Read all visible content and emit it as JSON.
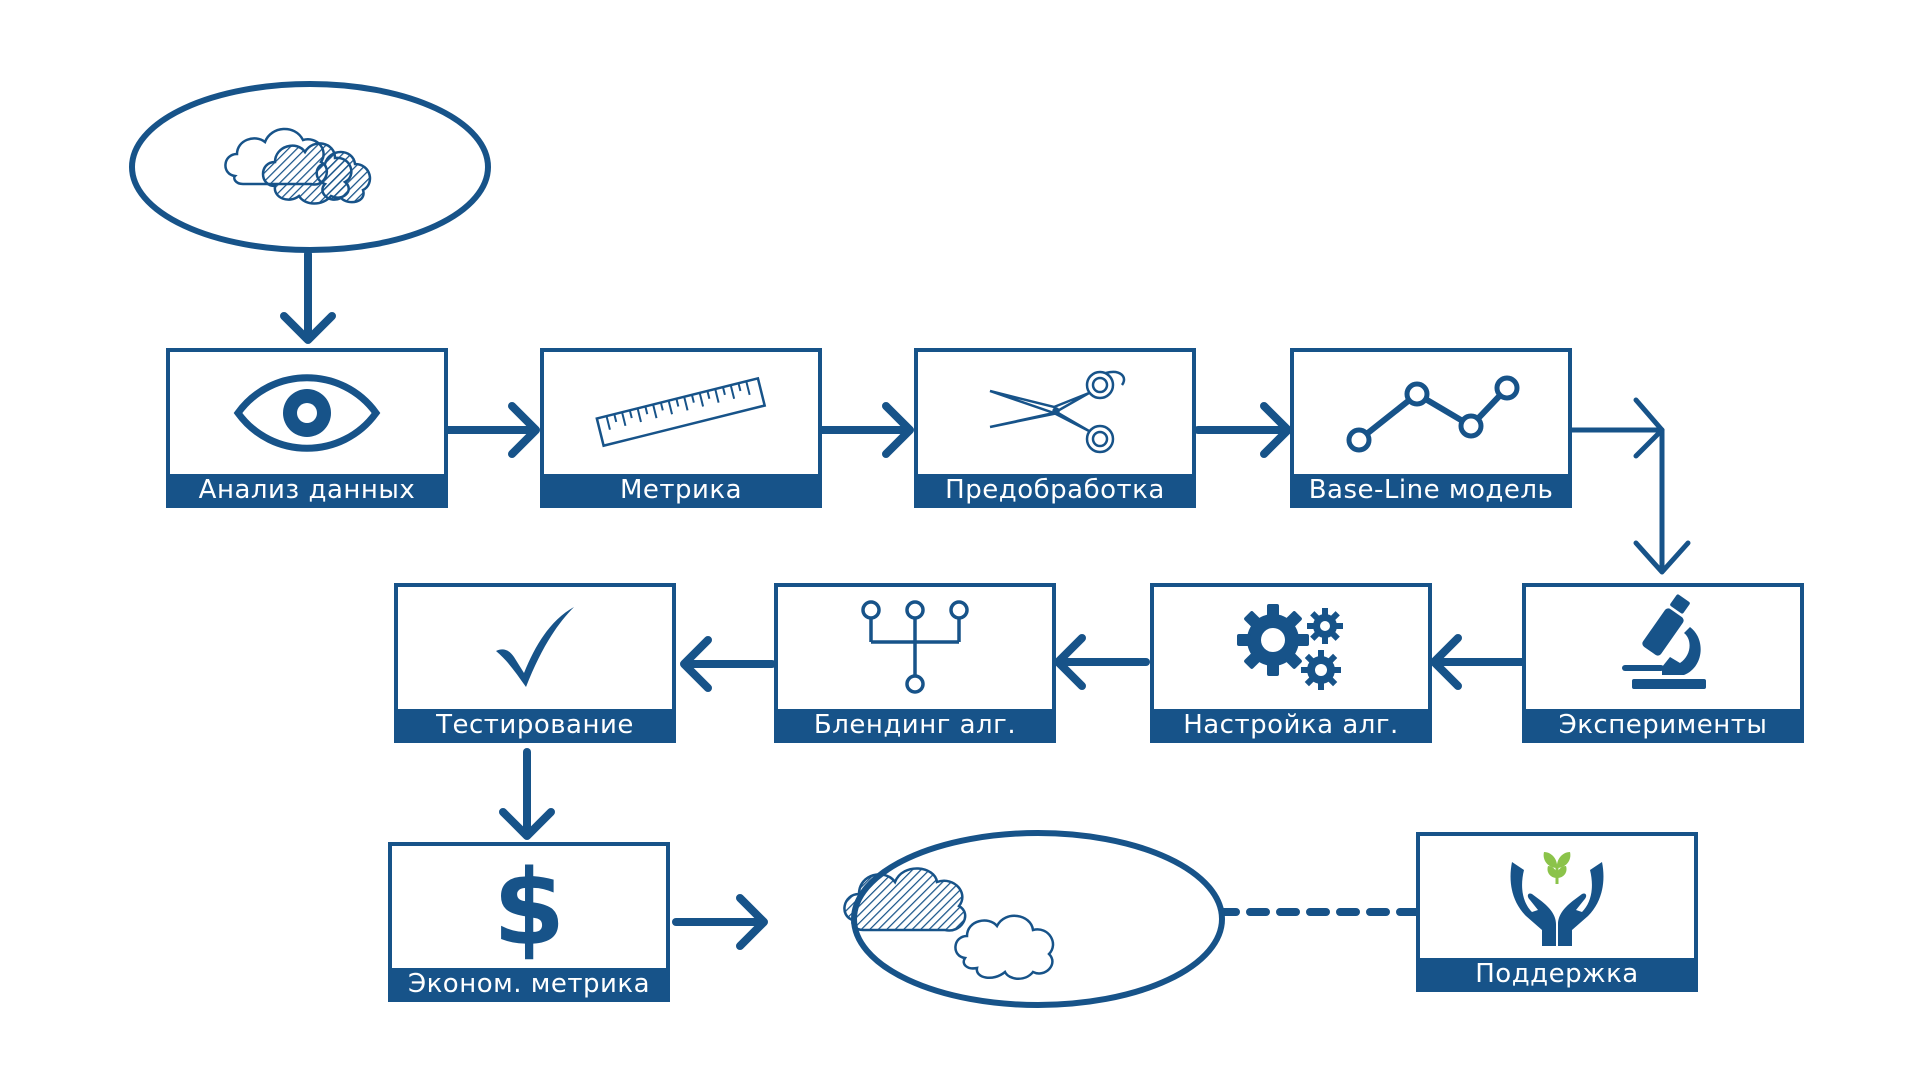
{
  "colors": {
    "primary": "#175389",
    "leaf": "#8bc34a",
    "background": "#ffffff"
  },
  "nodes": [
    {
      "id": "analysis",
      "label": "Анализ данных",
      "icon": "eye-icon"
    },
    {
      "id": "metric",
      "label": "Метрика",
      "icon": "ruler-icon"
    },
    {
      "id": "preprocess",
      "label": "Предобработка",
      "icon": "scissors-icon"
    },
    {
      "id": "baseline",
      "label": "Base-Line модель",
      "icon": "line-graph-icon"
    },
    {
      "id": "experiments",
      "label": "Эксперименты",
      "icon": "microscope-icon"
    },
    {
      "id": "tuning",
      "label": "Настройка алг.",
      "icon": "gears-icon"
    },
    {
      "id": "blending",
      "label": "Блендинг алг.",
      "icon": "merge-tree-icon"
    },
    {
      "id": "testing",
      "label": "Тестирование",
      "icon": "checkmark-icon"
    },
    {
      "id": "econ",
      "label": "Эконом. метрика",
      "icon": "dollar-icon"
    },
    {
      "id": "support",
      "label": "Поддержка",
      "icon": "hands-plant-icon"
    }
  ],
  "start_node": {
    "icon": "clouds-icon"
  },
  "end_node": {
    "icon": "clouds-icon"
  }
}
